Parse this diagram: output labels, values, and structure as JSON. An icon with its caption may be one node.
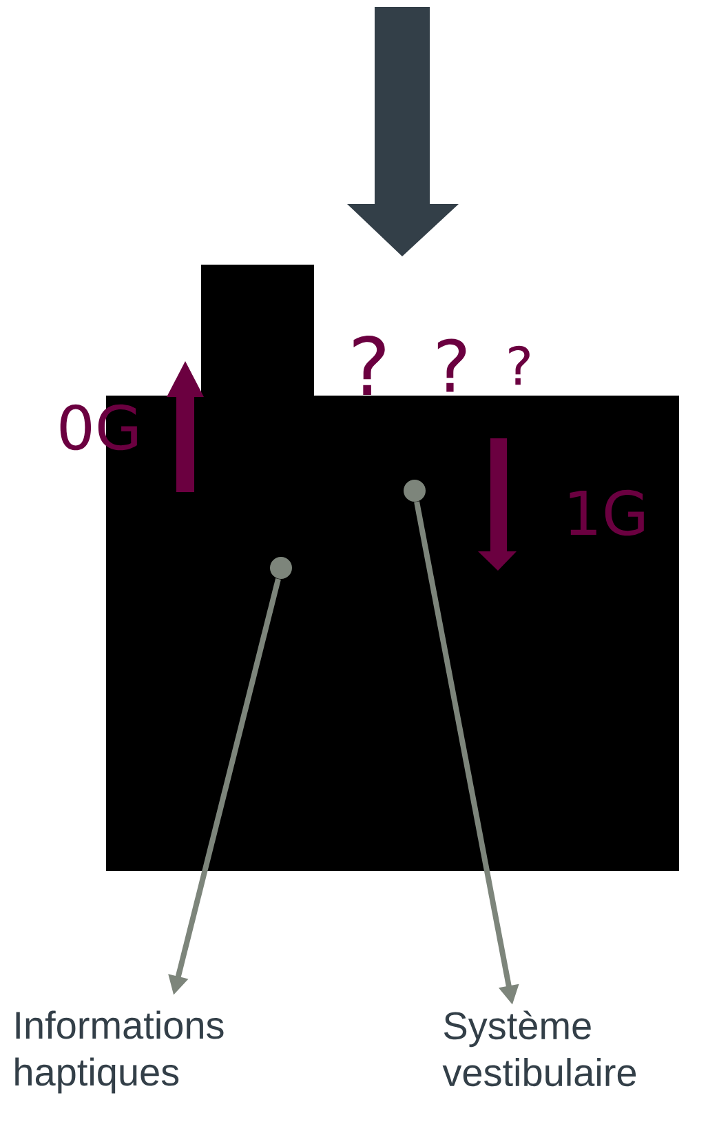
{
  "diagram": {
    "nodes": [
      {
        "text": [
          "Informations haptiques"
        ]
      },
      {
        "text": [
          "Système vestibulaire"
        ]
      },
      {
        "text": [],
        "shape": "circle"
      },
      {
        "text": [],
        "shape": "circle"
      }
    ],
    "edges": [
      {
        "from": 2,
        "to": 0,
        "arrow": "to"
      },
      {
        "from": 3,
        "to": 1,
        "arrow": "to"
      }
    ],
    "labels": [
      "0G",
      "?",
      "?",
      "?",
      "1G"
    ]
  }
}
